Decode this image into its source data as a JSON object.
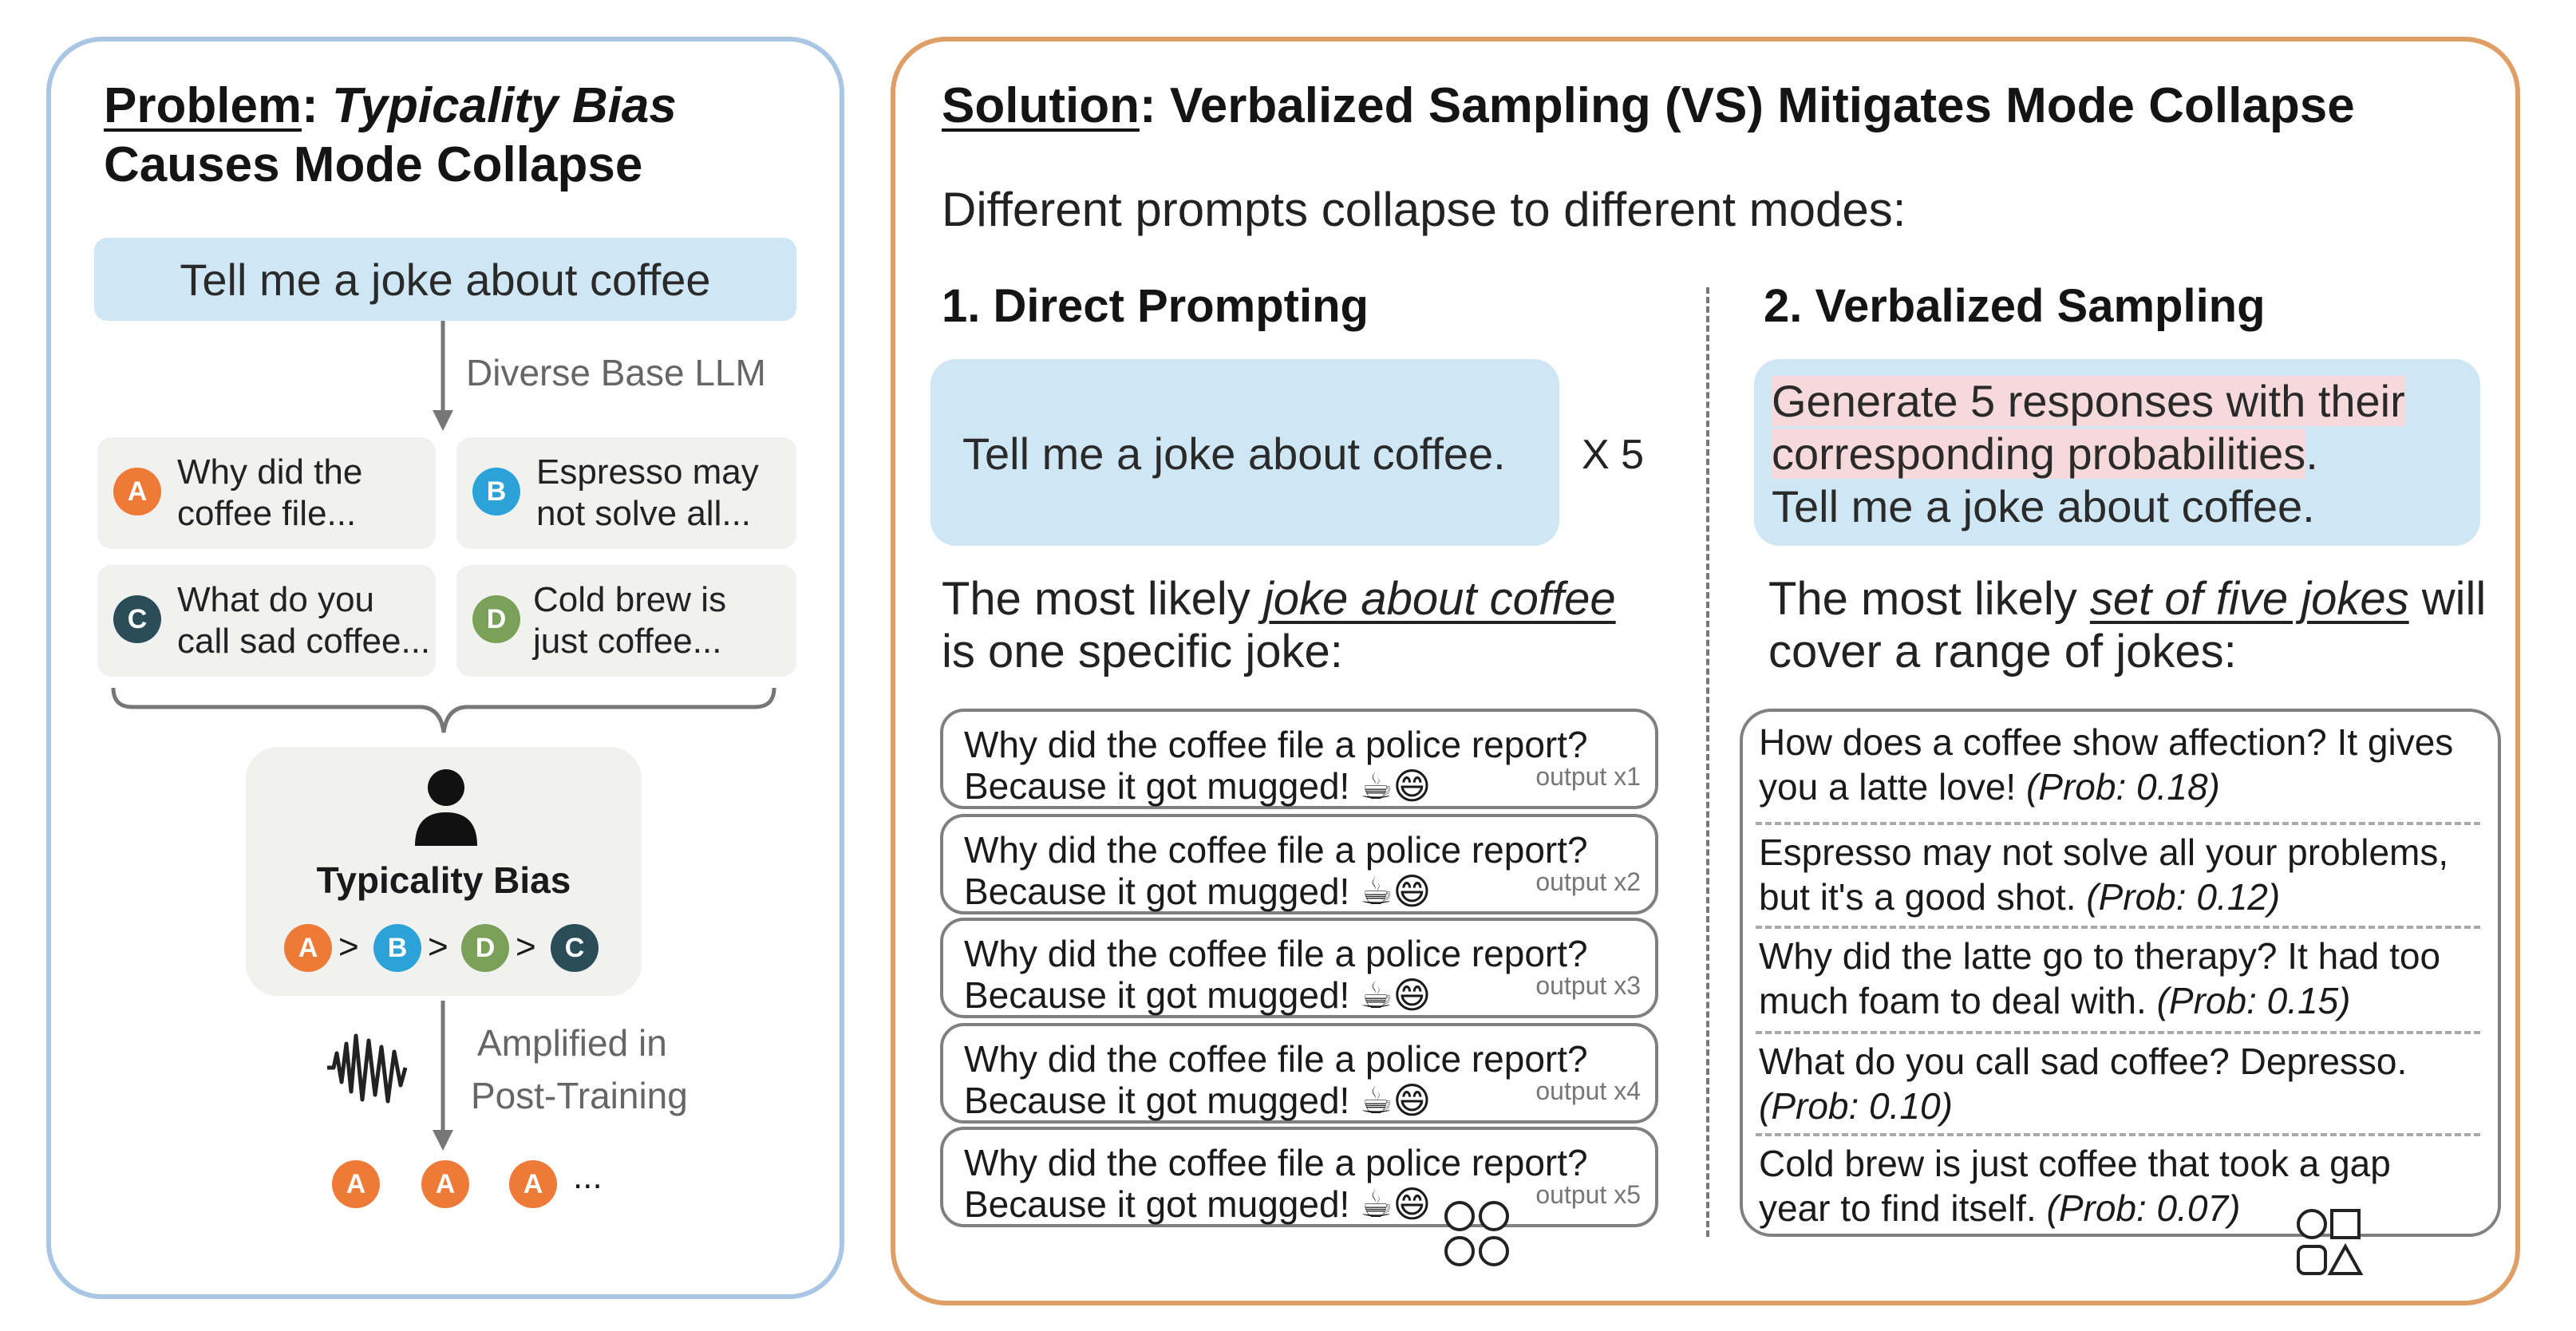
{
  "left": {
    "title_word": "Problem",
    "title_colon": ":",
    "title_italic": "Typicality Bias",
    "title_line2": "Causes Mode Collapse",
    "prompt": "Tell me a joke about coffee",
    "llm_label": "Diverse Base LLM",
    "cards": [
      {
        "badge": "A",
        "line1": "Why did the",
        "line2": "coffee file..."
      },
      {
        "badge": "B",
        "line1": "Espresso may",
        "line2": "not solve all..."
      },
      {
        "badge": "C",
        "line1": "What do you",
        "line2": "call sad coffee..."
      },
      {
        "badge": "D",
        "line1": "Cold brew is",
        "line2": "just coffee..."
      }
    ],
    "bias_title": "Typicality Bias",
    "ranking": [
      "A",
      ">",
      "B",
      ">",
      "D",
      ">",
      "C"
    ],
    "amplified_line1": "Amplified in",
    "amplified_line2": "Post-Training",
    "outputs": [
      "A",
      "A",
      "A"
    ],
    "ellipsis": "..."
  },
  "right": {
    "title_word": "Solution",
    "title_rest": ": Verbalized Sampling (VS) Mitigates Mode Collapse",
    "subtitle": "Different prompts collapse to different modes:",
    "direct": {
      "heading": "1. Direct Prompting",
      "prompt": "Tell me a joke about coffee.",
      "multiplier": "X 5",
      "desc_pre": "The most likely ",
      "desc_em": "joke about coffee",
      "desc_line2": "is one specific joke:",
      "output_line1": "Why did the coffee file a police report?",
      "output_line2": "Because it got mugged! ☕😄",
      "output_tags": [
        "output x1",
        "output x2",
        "output x3",
        "output x4",
        "output x5"
      ]
    },
    "vs": {
      "heading": "2. Verbalized Sampling",
      "prompt_hl1": "Generate 5 responses with their",
      "prompt_hl2": "corresponding probabilities",
      "prompt_dot": ".",
      "prompt_line3": "Tell me a joke about coffee.",
      "desc_pre": "The most likely ",
      "desc_em": "set of five jokes",
      "desc_post": " will",
      "desc_line2": "cover a range of jokes:",
      "responses": [
        {
          "line1": "How does a coffee show affection? It gives",
          "line2": "you a latte love! ",
          "prob": "(Prob: 0.18)"
        },
        {
          "line1": "Espresso may not solve all your problems,",
          "line2": "but it's a good shot. ",
          "prob": "(Prob: 0.12)"
        },
        {
          "line1": "Why did the latte go to therapy? It had too",
          "line2": "much foam to deal with. ",
          "prob": "(Prob: 0.15)"
        },
        {
          "line1": "What do you call sad coffee? Depresso.",
          "line2": "",
          "prob": "(Prob: 0.10)"
        },
        {
          "line1": "Cold brew is just coffee that took a gap",
          "line2": "year to find itself. ",
          "prob": "(Prob: 0.07)"
        }
      ]
    }
  },
  "colors": {
    "left_border": "#a9c6e4",
    "right_border": "#df9e65",
    "prompt_bg": "#cfe7f4",
    "highlight": "#f6d9db",
    "badge_A": "#ef7a37",
    "badge_B": "#2ba3d8",
    "badge_C": "#2b4d58",
    "badge_D": "#7aa157"
  }
}
